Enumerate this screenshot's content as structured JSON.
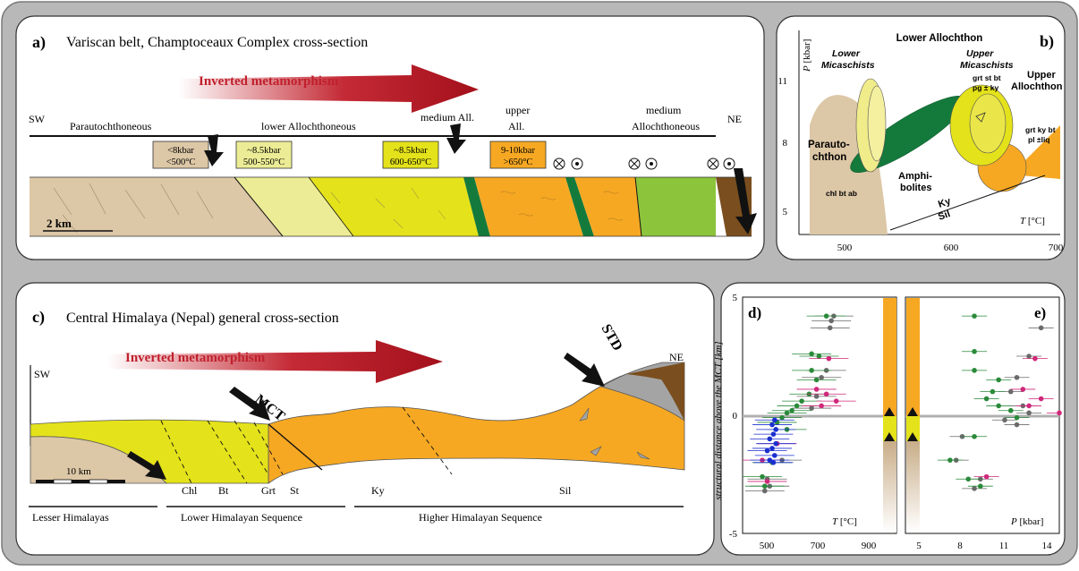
{
  "panel_a": {
    "letter": "a)",
    "title": "Variscan belt, Champtoceaux Complex cross-section",
    "arrow_label": "Inverted metamorphism",
    "sw": "SW",
    "ne": "NE",
    "units": {
      "parautochthoneous": "Parautochthoneous",
      "lower_alloch": "lower Allochthoneous",
      "medium_all": "medium All.",
      "upper_all_1": "upper",
      "upper_all_2": "All.",
      "medium_alloch_1": "medium",
      "medium_alloch_2": "Allochthoneous"
    },
    "boxes": [
      {
        "line1": "<8kbar",
        "line2": "<500°C",
        "color": "#dcc7a6"
      },
      {
        "line1": "~8.5kbar",
        "line2": "500-550°C",
        "color": "#ecec96"
      },
      {
        "line1": "~8.5kbar",
        "line2": "600-650°C",
        "color": "#e4e21a"
      },
      {
        "line1": "9-10kbar",
        "line2": ">650°C",
        "color": "#f6a823"
      }
    ],
    "scale": "2 km"
  },
  "panel_b": {
    "letter": "b)",
    "title": "Lower Allochthon",
    "p_label": "P",
    "p_unit": "[kbar]",
    "t_label": "T",
    "t_unit": "[°C]",
    "p_ticks": [
      "11",
      "8",
      "5"
    ],
    "t_ticks": [
      "500",
      "600",
      "700"
    ],
    "lower_mica_1": "Lower",
    "lower_mica_2": "Micaschists",
    "upper_mica_1": "Upper",
    "upper_mica_2": "Micaschists",
    "upper_all_1": "Upper",
    "upper_all_2": "Allochthon",
    "paraut_1": "Parauto-",
    "paraut_2": "chthon",
    "amphi_1": "Amphi-",
    "amphi_2": "bolites",
    "assemblage_1": "chl bt ab",
    "assemblage_2a": "grt st bt",
    "assemblage_2b": "pg ± ky",
    "assemblage_3a": "grt ky bt",
    "assemblage_3b": "pl ±liq",
    "ky": "Ky",
    "sil": "Sil"
  },
  "panel_c": {
    "letter": "c)",
    "title": "Central Himalaya (Nepal) general cross-section",
    "arrow_label": "Inverted metamorphism",
    "sw": "SW",
    "ne": "NE",
    "mct": "MCT",
    "std": "STD",
    "scale": "10 km",
    "isograds": [
      "Chl",
      "Bt",
      "Grt",
      "St",
      "Ky",
      "Sil"
    ],
    "lesser": "Lesser Himalayas",
    "lhs": "Lower Himalayan Sequence",
    "hhs": "Higher Himalayan Sequence"
  },
  "panel_de": {
    "letter_d": "d)",
    "letter_e": "e)",
    "y_label": "structural distance above the MCT [km]",
    "t_label": "T",
    "t_unit": "[°C]",
    "p_label": "P",
    "p_unit": "[kbar]",
    "y_ticks": [
      "5",
      "0",
      "-5"
    ],
    "t_ticks": [
      "500",
      "700",
      "900"
    ],
    "p_ticks": [
      "5",
      "8",
      "11",
      "14"
    ]
  },
  "chart_data": [
    {
      "type": "scatter",
      "panel": "d",
      "xlabel": "T [°C]",
      "ylabel": "structural distance above the MCT [km]",
      "xlim": [
        420,
        990
      ],
      "ylim": [
        -5,
        5
      ],
      "series": [
        {
          "color": "#6a6a6a",
          "points": [
            [
              790,
              4.2
            ],
            [
              780,
              4.0
            ],
            [
              775,
              3.7
            ],
            [
              760,
              1.9
            ],
            [
              740,
              1.6
            ],
            [
              720,
              0.8
            ],
            [
              700,
              0.3
            ],
            [
              580,
              -1.9
            ],
            [
              520,
              -2.7
            ],
            [
              530,
              -3.0
            ],
            [
              510,
              -3.2
            ]
          ]
        },
        {
          "color": "#2a8a3a",
          "points": [
            [
              760,
              4.2
            ],
            [
              700,
              2.6
            ],
            [
              730,
              2.5
            ],
            [
              700,
              1.9
            ],
            [
              720,
              1.5
            ],
            [
              690,
              0.9
            ],
            [
              660,
              0.6
            ],
            [
              640,
              0.4
            ],
            [
              620,
              0.2
            ],
            [
              600,
              0.1
            ],
            [
              580,
              -0.1
            ],
            [
              560,
              -0.3
            ],
            [
              600,
              -0.6
            ],
            [
              540,
              -2.0
            ],
            [
              500,
              -2.6
            ],
            [
              510,
              -3.0
            ]
          ]
        },
        {
          "color": "#d0287a",
          "points": [
            [
              770,
              2.4
            ],
            [
              720,
              1.1
            ],
            [
              760,
              0.9
            ],
            [
              800,
              0.6
            ],
            [
              740,
              0.4
            ],
            [
              560,
              -1.2
            ],
            [
              500,
              -1.9
            ],
            [
              520,
              -2.8
            ]
          ]
        },
        {
          "color": "#1a2fd0",
          "points": [
            [
              550,
              -0.2
            ],
            [
              540,
              -0.4
            ],
            [
              555,
              -0.6
            ],
            [
              545,
              -0.8
            ],
            [
              530,
              -1.0
            ],
            [
              555,
              -1.2
            ],
            [
              540,
              -1.4
            ],
            [
              520,
              -1.5
            ],
            [
              550,
              -1.7
            ],
            [
              530,
              -1.9
            ],
            [
              545,
              -2.0
            ]
          ]
        }
      ]
    },
    {
      "type": "scatter",
      "panel": "e",
      "xlabel": "P [kbar]",
      "ylabel": "structural distance above the MCT [km]",
      "xlim": [
        3.5,
        15
      ],
      "ylim": [
        -5,
        5
      ],
      "series": [
        {
          "color": "#6a6a6a",
          "points": [
            [
              13.5,
              3.7
            ],
            [
              12.5,
              2.5
            ],
            [
              11.5,
              1.6
            ],
            [
              11,
              1.0
            ],
            [
              12,
              0.4
            ],
            [
              12.5,
              0.1
            ],
            [
              10.5,
              -0.2
            ],
            [
              11.5,
              -0.4
            ],
            [
              7,
              -0.9
            ],
            [
              6.5,
              -1.9
            ],
            [
              8.5,
              -2.7
            ],
            [
              8,
              -3.1
            ]
          ]
        },
        {
          "color": "#2a8a3a",
          "points": [
            [
              8,
              4.2
            ],
            [
              8,
              2.7
            ],
            [
              8,
              1.9
            ],
            [
              10,
              1.5
            ],
            [
              9.5,
              1.0
            ],
            [
              9,
              0.7
            ],
            [
              10,
              0.4
            ],
            [
              11,
              0.2
            ],
            [
              11.5,
              -0.1
            ],
            [
              8,
              -0.9
            ],
            [
              6,
              -1.9
            ],
            [
              7.5,
              -2.7
            ],
            [
              8.5,
              -3.0
            ]
          ]
        },
        {
          "color": "#d0287a",
          "points": [
            [
              13,
              2.4
            ],
            [
              12,
              1.1
            ],
            [
              13.5,
              0.7
            ],
            [
              12.5,
              0.4
            ],
            [
              15,
              0.1
            ],
            [
              9,
              -2.6
            ]
          ]
        }
      ]
    }
  ]
}
